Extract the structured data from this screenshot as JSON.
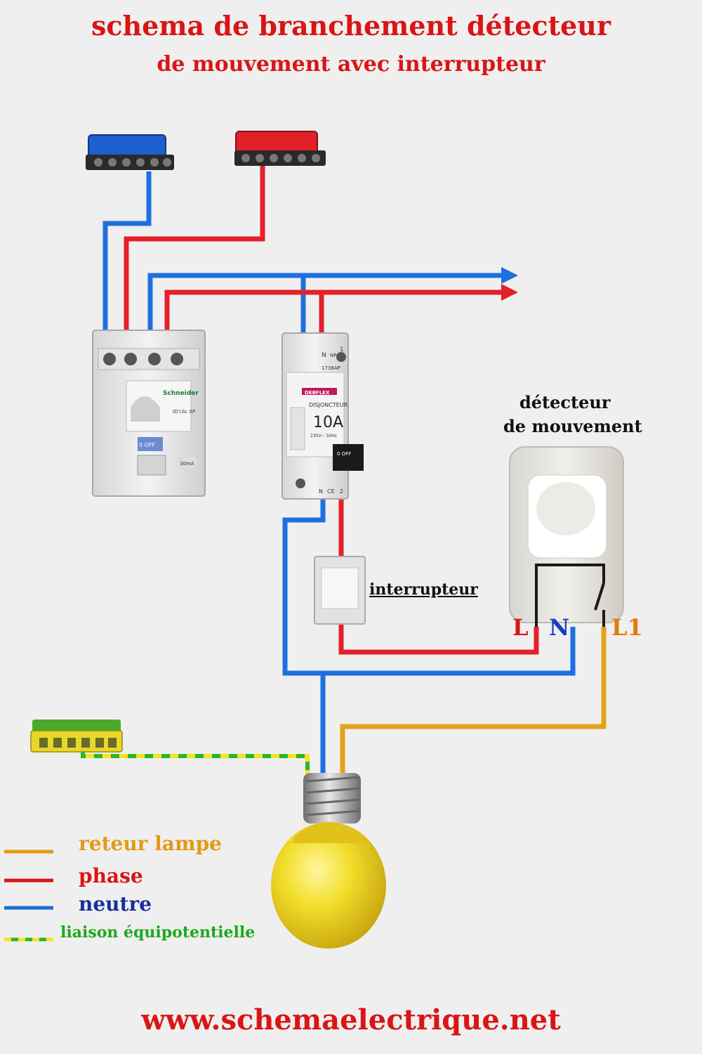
{
  "title": {
    "line1": "schema de branchement détecteur",
    "line2": "de mouvement avec interrupteur"
  },
  "components": {
    "differential_brand": "Schneider",
    "differential_model": "ID'clic XP",
    "differential_test": "0 OFF",
    "differential_rating": "30mA",
    "breaker_ref": "1738AP",
    "breaker_brand": "DEBFLEX",
    "breaker_type": "DISJONCTEUR",
    "breaker_rating": "10A",
    "breaker_spec": "230V~  50Hz",
    "breaker_off": "0 OFF",
    "breaker_top_n": "N",
    "breaker_top_np": "NP",
    "breaker_top_1": "1",
    "breaker_bot_n": "N",
    "breaker_bot_ce": "CE",
    "breaker_bot_2": "2"
  },
  "labels": {
    "detector_line1": "détecteur",
    "detector_line2": "de mouvement",
    "switch": "interrupteur",
    "terminal_L": "L",
    "terminal_N": "N",
    "terminal_L1": "L1"
  },
  "legend": {
    "items": [
      {
        "label": "reteur lampe",
        "color": "#e39a14"
      },
      {
        "label": "phase",
        "color": "#d91515"
      },
      {
        "label": "neutre",
        "color": "#1a6fd6"
      },
      {
        "label": "liaison équipotentielle",
        "color": "#1ea81e"
      }
    ]
  },
  "website": "www.schemaelectrique.net",
  "colors": {
    "phase": "#e5202a",
    "neutral": "#1f6fe0",
    "lamp_return": "#e6a21a",
    "earth_green": "#2db52d",
    "earth_yellow": "#f5e51a",
    "title": "#d91515"
  }
}
